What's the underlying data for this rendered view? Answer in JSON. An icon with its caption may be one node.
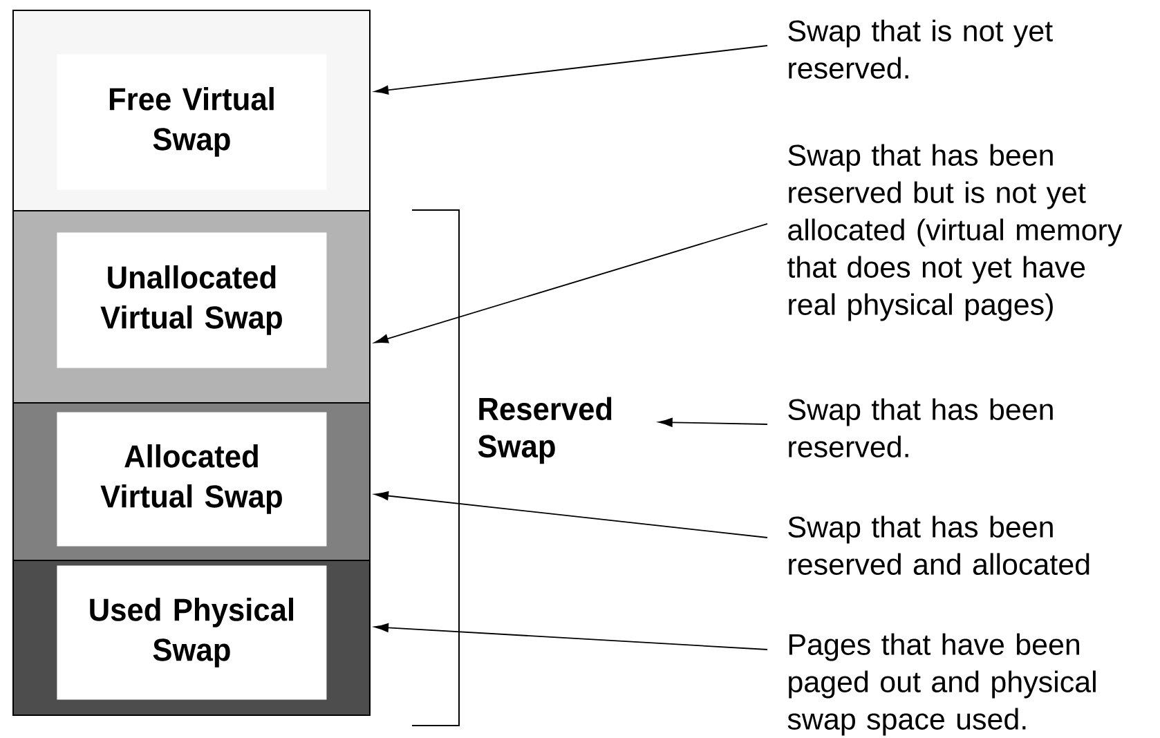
{
  "diagram": {
    "nodes": [
      {
        "text": [],
        "shape": "box"
      },
      {
        "text": [
          "Free Virtual Swap"
        ],
        "in": 0
      },
      {
        "text": [],
        "shape": "box"
      },
      {
        "text": [
          "Unallocated Virtual Swap"
        ],
        "in": 2
      },
      {
        "text": [],
        "shape": "box"
      },
      {
        "text": [
          "Allocated Virtual Swap"
        ],
        "in": 4
      },
      {
        "text": [],
        "shape": "box"
      },
      {
        "text": [
          "Used Physical Swap"
        ],
        "in": 6
      },
      {
        "text": [
          "Reserved Swap"
        ]
      },
      {
        "text": [
          "Swap that is not yet reserved."
        ]
      },
      {
        "text": [
          "Swap that has been reserved but is not yet allocated (virtual memory that does not yet have real physical pages)"
        ]
      },
      {
        "text": [
          "Swap that has been reserved."
        ]
      },
      {
        "text": [
          "Swap that has been reserved and allocated"
        ]
      },
      {
        "text": [
          "Pages that have been paged out and physical swap space used."
        ]
      }
    ],
    "edges": [
      {
        "from": 9,
        "to": 0,
        "arrow": "to"
      },
      {
        "from": 10,
        "to": 2,
        "arrow": "to"
      },
      {
        "from": 11,
        "to": 8,
        "arrow": "to"
      },
      {
        "from": 12,
        "to": 4,
        "arrow": "to"
      },
      {
        "from": 13,
        "to": 6,
        "arrow": "to"
      }
    ]
  }
}
